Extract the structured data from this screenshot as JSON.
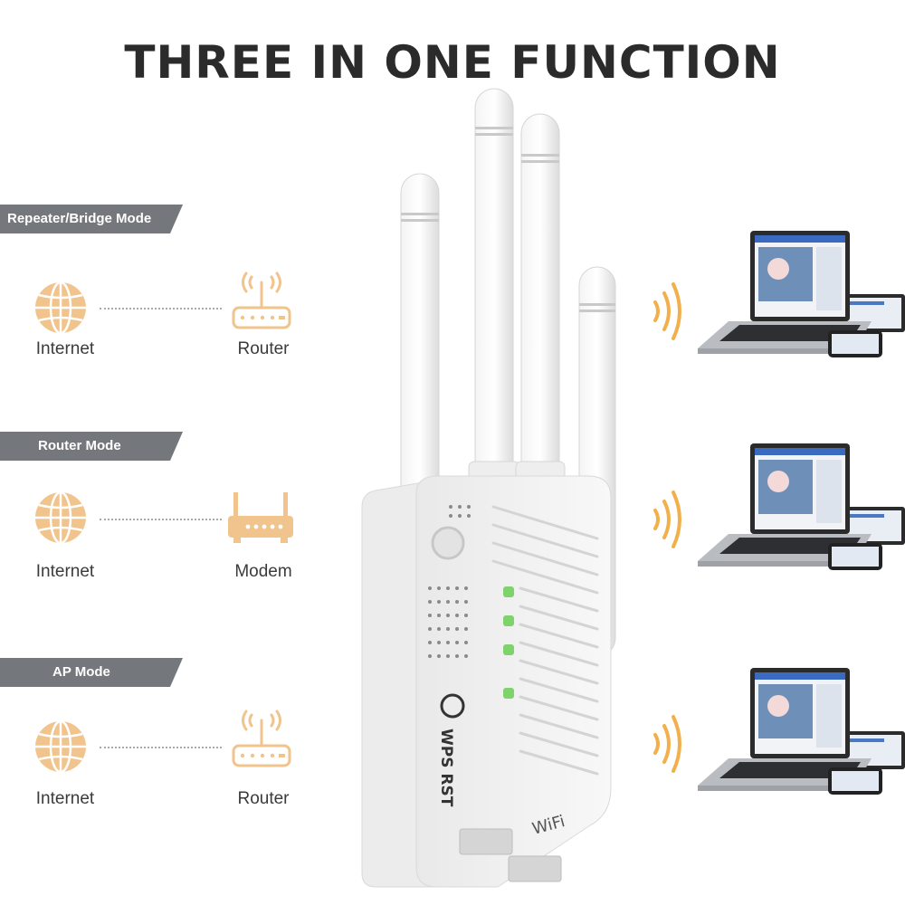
{
  "title": "THREE IN ONE FUNCTION",
  "modes": [
    {
      "banner": "Repeater/Bridge Mode",
      "left_label": "Internet",
      "left_icon": "globe-icon",
      "right_label": "Router",
      "right_icon": "router-icon"
    },
    {
      "banner": "Router Mode",
      "left_label": "Internet",
      "left_icon": "globe-icon",
      "right_label": "Modem",
      "right_icon": "modem-icon"
    },
    {
      "banner": "AP Mode",
      "left_label": "Internet",
      "left_icon": "globe-icon",
      "right_label": "Router",
      "right_icon": "router-icon"
    }
  ],
  "device": {
    "buttons": "WPS RST",
    "logo": "WiFi"
  },
  "colors": {
    "accent": "#f2c48d",
    "banner": "#74777b",
    "title": "#2b2b2b",
    "led": "#7ed36a"
  }
}
